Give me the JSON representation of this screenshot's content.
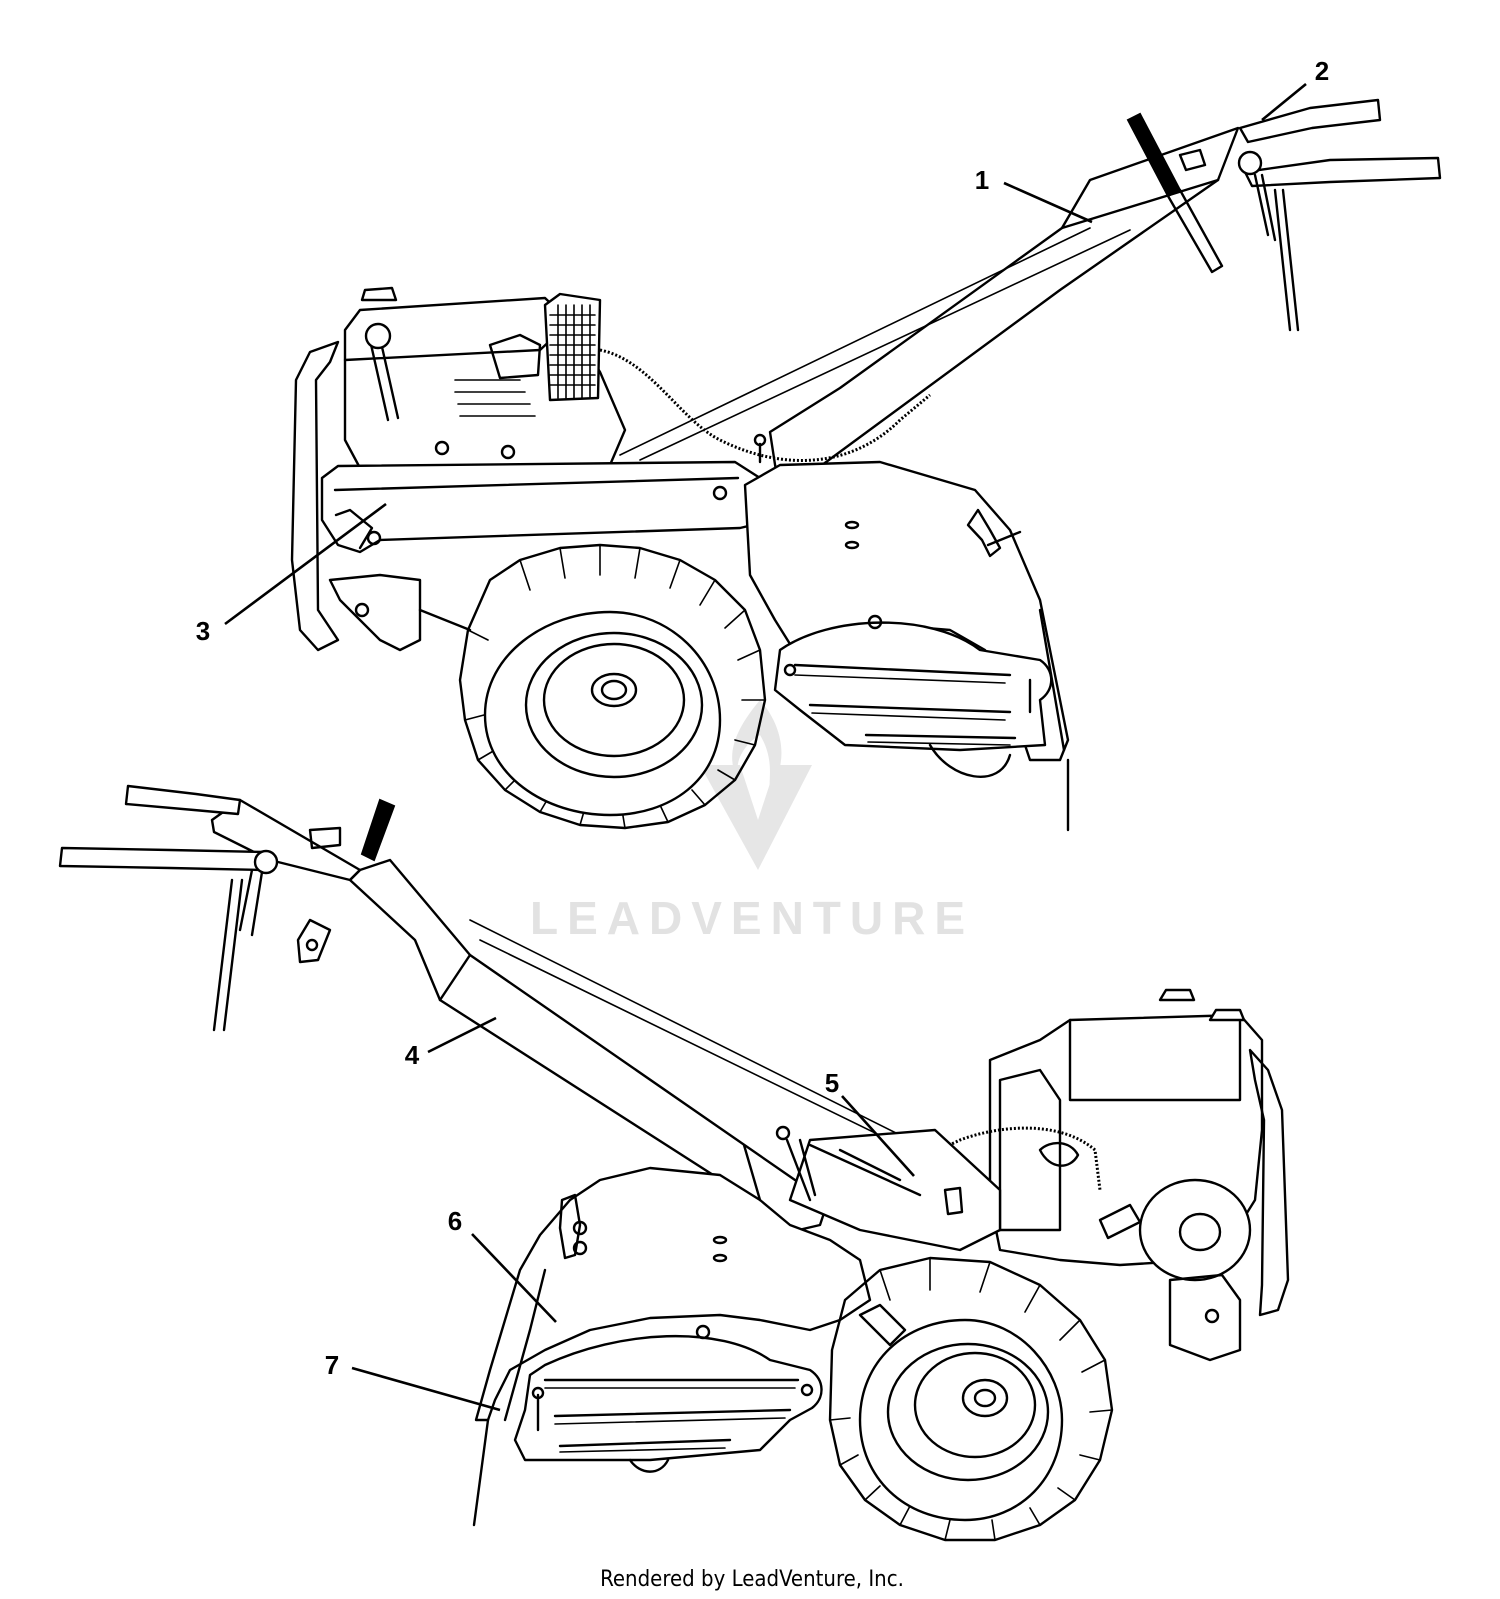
{
  "watermark": {
    "text": "LEADVENTURE"
  },
  "callouts": [
    {
      "label": "1"
    },
    {
      "label": "2"
    },
    {
      "label": "3"
    },
    {
      "label": "4"
    },
    {
      "label": "5"
    },
    {
      "label": "6"
    },
    {
      "label": "7"
    }
  ],
  "footer": {
    "text": "Rendered by LeadVenture, Inc."
  }
}
